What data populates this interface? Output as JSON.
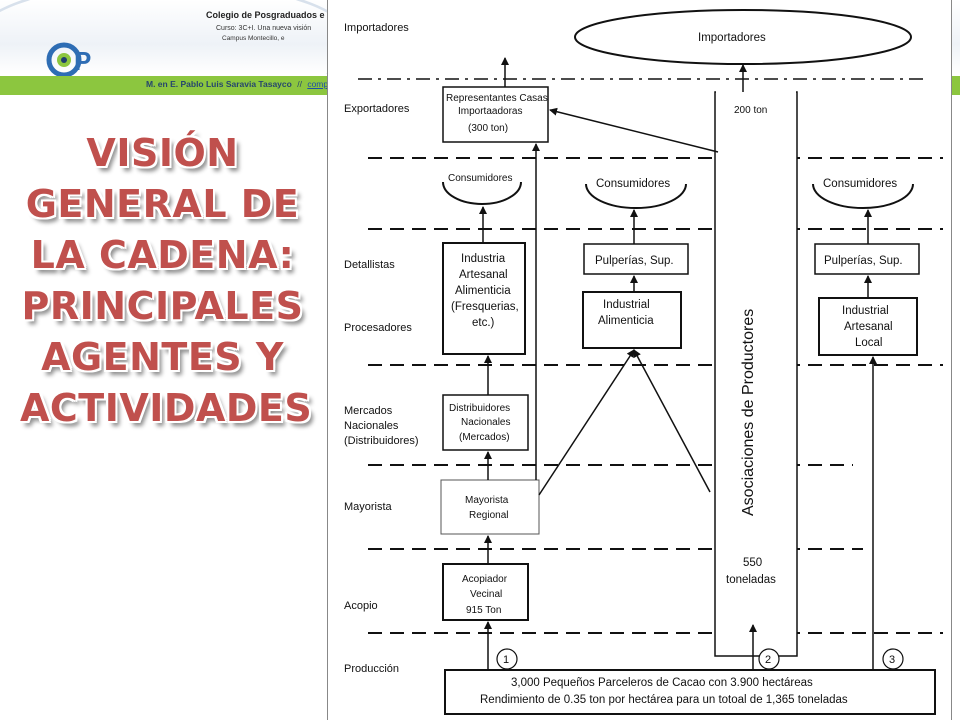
{
  "header": {
    "institution": "Colegio de Posgraduados e",
    "course": "Curso: 3C+I. Una nueva visión",
    "campus": "Campus Montecillo, e",
    "author": "M. en E. Pablo Luis Saravia Tasayco",
    "separator": "//",
    "link": "competi",
    "logo_letters": "CP"
  },
  "slide_title": "VISIÓN GENERAL DE LA CADENA: PRINCIPALES AGENTES Y ACTIVIDADES",
  "diagram": {
    "levels": {
      "importadores": "Importadores",
      "exportadores": "Exportadores",
      "detallistas": "Detallistas",
      "procesadores": "Procesadores",
      "mercados_1": "Mercados",
      "mercados_2": "Nacionales",
      "mercados_3": "(Distribuidores)",
      "mayorista": "Mayorista",
      "acopio": "Acopio",
      "produccion": "Producción"
    },
    "importadores_ellipse": "Importadores",
    "representantes_1": "Representantes Casas",
    "representantes_2": "Importaadoras",
    "representantes_3": "(300 ton)",
    "export_200": "200 ton",
    "consumidores_1": "Consumidores",
    "consumidores_2": "Consumidores",
    "consumidores_3": "Consumidores",
    "artesanal_1": "Industria",
    "artesanal_2": "Artesanal",
    "artesanal_3": "Alimenticia",
    "artesanal_4": "(Fresquerias,",
    "artesanal_5": "etc.)",
    "pulperias_1": "Pulperías, Sup.",
    "pulperias_2": "Pulperías, Sup.",
    "industrial_alim_1": "Industrial",
    "industrial_alim_2": "Alimenticia",
    "industrial_local_1": "Industrial",
    "industrial_local_2": "Artesanal",
    "industrial_local_3": "Local",
    "distribuidores_1": "Distribuidores",
    "distribuidores_2": "Nacionales",
    "distribuidores_3": "(Mercados)",
    "mayorista_box_1": "Mayorista",
    "mayorista_box_2": "Regional",
    "acopiador_1": "Acopiador",
    "acopiador_2": "Vecinal",
    "acopiador_3": "915 Ton",
    "asociaciones": "Asociaciones de Productores",
    "asoc_550_1": "550",
    "asoc_550_2": "toneladas",
    "route_1": "1",
    "route_2": "2",
    "route_3": "3",
    "production_1": "3,000 Pequeños Parceleros de Cacao con 3.900 hectáreas",
    "production_2": "Rendimiento de 0.35 ton por hectárea para un totoal de 1,365 toneladas"
  },
  "colors": {
    "title_red": "#c0504d",
    "green_bar": "#8cc63f",
    "logo_blue": "#2e6db4"
  }
}
